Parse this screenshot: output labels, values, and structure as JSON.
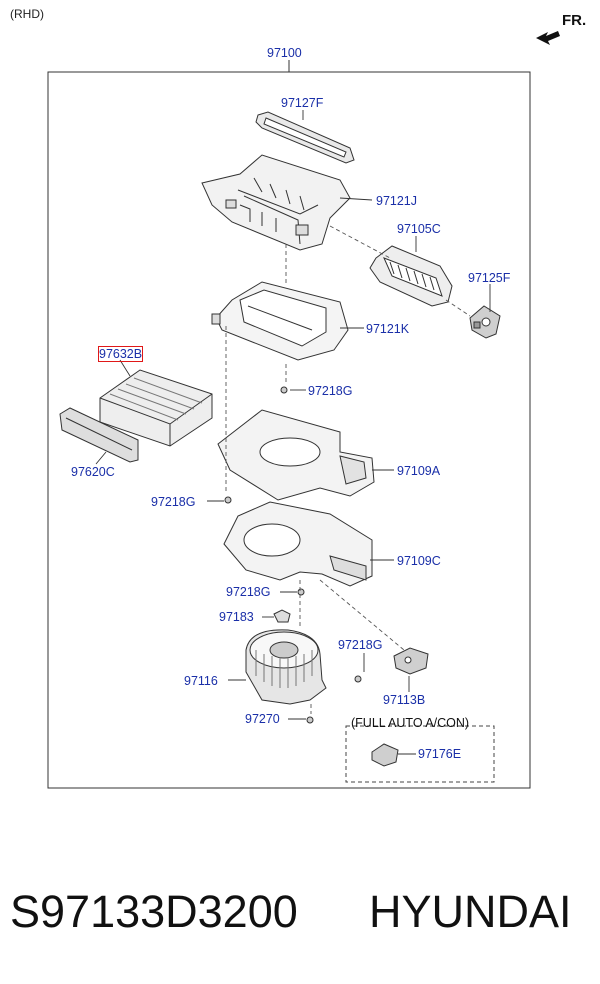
{
  "header": {
    "variant": "(RHD)",
    "direction": "FR."
  },
  "diagram": {
    "assembly_label": "97100",
    "parts": {
      "p97127F": "97127F",
      "p97121J": "97121J",
      "p97105C": "97105C",
      "p97125F": "97125F",
      "p97121K": "97121K",
      "p97632B": "97632B",
      "p97218G_a": "97218G",
      "p97620C": "97620C",
      "p97109A": "97109A",
      "p97218G_b": "97218G",
      "p97109C": "97109C",
      "p97218G_c": "97218G",
      "p97183": "97183",
      "p97218G_d": "97218G",
      "p97116": "97116",
      "p97113B": "97113B",
      "p97270": "97270",
      "p97176E": "97176E"
    },
    "option_box_title": "(FULL AUTO A/CON)",
    "highlight_color": "#e01818",
    "label_color": "#1a2fa8"
  },
  "footer": {
    "part_number": "S97133D3200",
    "brand": "HYUNDAI"
  }
}
